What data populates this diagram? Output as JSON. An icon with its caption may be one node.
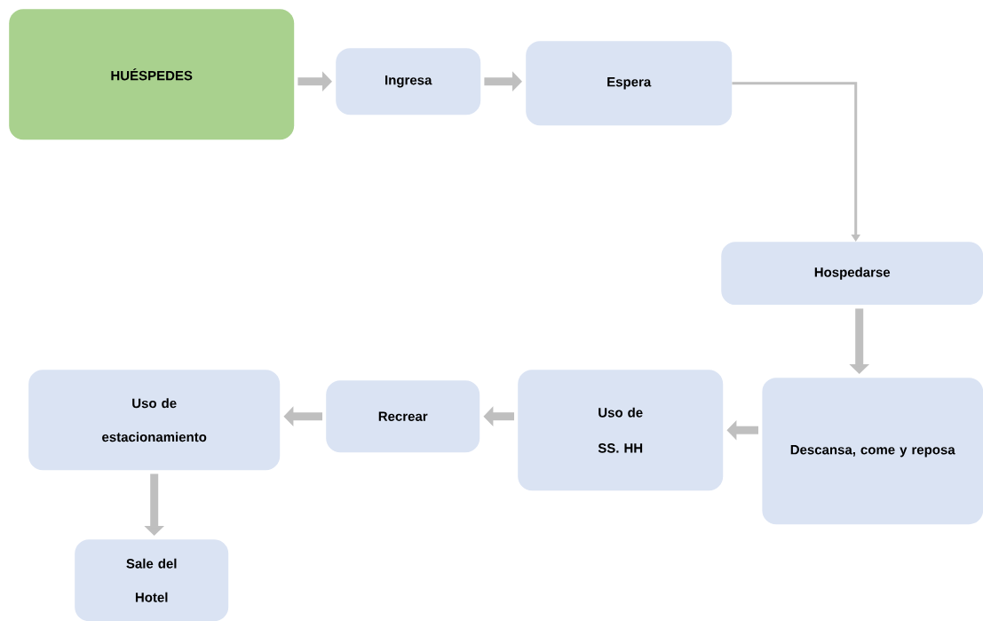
{
  "diagram": {
    "nodes": [
      {
        "text": [
          "HUÉSPEDES"
        ]
      },
      {
        "text": [
          "Ingresa"
        ]
      },
      {
        "text": [
          "Espera"
        ]
      },
      {
        "text": [
          "Hospedarse"
        ]
      },
      {
        "text": [
          "Descansa, come y reposa"
        ]
      },
      {
        "text": [
          "Uso de SS. HH"
        ]
      },
      {
        "text": [
          "Recrear"
        ]
      },
      {
        "text": [
          "Uso de estacionamiento"
        ]
      },
      {
        "text": [
          "Sale del Hotel"
        ]
      }
    ],
    "edges": [
      {
        "from": 0,
        "to": 1,
        "arrow": "to"
      },
      {
        "from": 1,
        "to": 2,
        "arrow": "to"
      },
      {
        "from": 2,
        "to": 3,
        "arrow": "to"
      },
      {
        "from": 3,
        "to": 4,
        "arrow": "to"
      },
      {
        "from": 4,
        "to": 5,
        "arrow": "to"
      },
      {
        "from": 5,
        "to": 6,
        "arrow": "to"
      },
      {
        "from": 6,
        "to": 7,
        "arrow": "to"
      },
      {
        "from": 7,
        "to": 8,
        "arrow": "to"
      }
    ]
  }
}
